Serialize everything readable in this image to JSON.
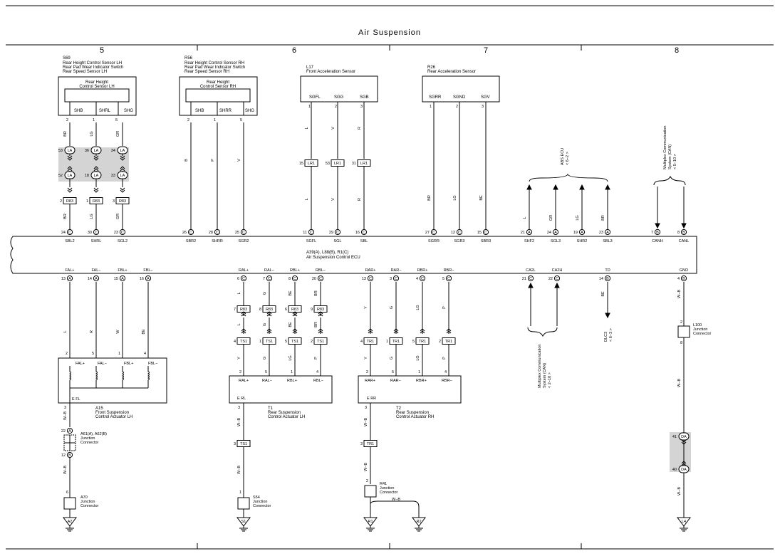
{
  "title": "Air Suspension",
  "columns": [
    "5",
    "6",
    "7",
    "8"
  ],
  "ecu": {
    "label": "A39(A), L88(B), R1(C)",
    "name": "Air Suspension Control ECU"
  },
  "sensors": {
    "s69": {
      "code": "S69",
      "lines": [
        "Rear Height Control Sensor LH",
        "Rear Pad Wear Indicator Switch",
        "Rear Speed Sensor LH"
      ],
      "inner": [
        "Rear Height",
        "Control Sensor LH"
      ],
      "pins": [
        "SHB",
        "SHRL",
        "SHG"
      ],
      "pinnums": [
        "2",
        "1",
        "5"
      ]
    },
    "r56": {
      "code": "R56",
      "lines": [
        "Rear Height Control Sensor RH",
        "Rear Pad Wear Indicator Switch",
        "Rear Speed Sensor RH"
      ],
      "inner": [
        "Rear Height",
        "Control Sensor RH"
      ],
      "pins": [
        "SHB",
        "SHRR",
        "SHG"
      ],
      "pinnums": [
        "2",
        "1",
        "5"
      ]
    },
    "l17": {
      "code": "L17",
      "name": "Front Acceleration Sensor",
      "pins": [
        "SGFL",
        "SGG",
        "SGB"
      ],
      "pinnums": [
        "1",
        "2",
        "3"
      ]
    },
    "r26": {
      "code": "R26",
      "name": "Rear Acceleration Sensor",
      "pins": [
        "SGRR",
        "SGND",
        "SGV"
      ],
      "pinnums": [
        "1",
        "2",
        "3"
      ]
    }
  },
  "top_pins": [
    {
      "num": "24",
      "conn": "C",
      "name": "SBL2"
    },
    {
      "num": "30",
      "conn": "C",
      "name": "SHRL"
    },
    {
      "num": "23",
      "conn": "C",
      "name": "SGL2"
    },
    {
      "num": "26",
      "conn": "C",
      "name": "SBR2"
    },
    {
      "num": "28",
      "conn": "C",
      "name": "SHRR"
    },
    {
      "num": "25",
      "conn": "C",
      "name": "SGR2"
    },
    {
      "num": "11",
      "conn": "C",
      "name": "SGFL"
    },
    {
      "num": "29",
      "conn": "C",
      "name": "SGL"
    },
    {
      "num": "16",
      "conn": "C",
      "name": "SBL"
    },
    {
      "num": "27",
      "conn": "C",
      "name": "SGRR"
    },
    {
      "num": "12",
      "conn": "C",
      "name": "SGR3"
    },
    {
      "num": "15",
      "conn": "C",
      "name": "SBR3"
    },
    {
      "num": "21",
      "conn": "A",
      "name": "SHF2"
    },
    {
      "num": "24",
      "conn": "A",
      "name": "SGL3"
    },
    {
      "num": "19",
      "conn": "A",
      "name": "SHR2"
    },
    {
      "num": "23",
      "conn": "A",
      "name": "SBL3"
    },
    {
      "num": "7",
      "conn": "B",
      "name": "CANH"
    },
    {
      "num": "8",
      "conn": "B",
      "name": "CANL"
    }
  ],
  "bottom_pins": [
    {
      "num": "13",
      "conn": "A",
      "name": "FAL+"
    },
    {
      "num": "14",
      "conn": "A",
      "name": "FAL−"
    },
    {
      "num": "15",
      "conn": "A",
      "name": "FBL+"
    },
    {
      "num": "16",
      "conn": "A",
      "name": "FBL−"
    },
    {
      "num": "6",
      "conn": "C",
      "name": "RAL+"
    },
    {
      "num": "7",
      "conn": "C",
      "name": "RAL−"
    },
    {
      "num": "8",
      "conn": "C",
      "name": "RBL+"
    },
    {
      "num": "20",
      "conn": "C",
      "name": "RBL−"
    },
    {
      "num": "13",
      "conn": "C",
      "name": "RAR+"
    },
    {
      "num": "3",
      "conn": "C",
      "name": "RAR−"
    },
    {
      "num": "4",
      "conn": "C",
      "name": "RBR+"
    },
    {
      "num": "5",
      "conn": "C",
      "name": "RBR−"
    },
    {
      "num": "21",
      "conn": "C",
      "name": "CA2L"
    },
    {
      "num": "22",
      "conn": "C",
      "name": "CA2H"
    },
    {
      "num": "14",
      "conn": "B",
      "name": "TD"
    },
    {
      "num": "4",
      "conn": "B",
      "name": "GND"
    }
  ],
  "top_wires": {
    "s69_upper": [
      "BR",
      "LG",
      "GR"
    ],
    "s69_lower": [
      "BR",
      "LG",
      "GR"
    ],
    "r56": [
      "B",
      "P",
      "V"
    ],
    "l17_upper": [
      "L",
      "V",
      "R"
    ],
    "l17_lower": [
      "L",
      "V",
      "R"
    ],
    "r26": [
      "BR",
      "LG",
      "BE"
    ],
    "abs": [
      "L",
      "GR",
      "LG",
      "BR"
    ]
  },
  "la_connectors": [
    {
      "top": "53",
      "bottom": "52",
      "label": "LA"
    },
    {
      "top": "36",
      "bottom": "18",
      "label": "LA"
    },
    {
      "top": "34",
      "bottom": "33",
      "label": "LA"
    }
  ],
  "r83_joints": [
    {
      "pin": "2",
      "label": "R83"
    },
    {
      "pin": "1",
      "label": "R83"
    },
    {
      "pin": "3",
      "label": "R83"
    }
  ],
  "lr1_joints": [
    {
      "pin": "15",
      "label": "LR1"
    },
    {
      "pin": "53",
      "label": "LR1"
    },
    {
      "pin": "31",
      "label": "LR1"
    }
  ],
  "abs_ecu": [
    "ABS ECU",
    "< 6−2 >"
  ],
  "can_top": [
    "Multiplex Communication",
    "System (CAN)",
    "< 5−10 >"
  ],
  "can_bottom": [
    "Multiplex Communication",
    "System (CAN)",
    "< 2−10 >"
  ],
  "dlc3": [
    "DLC3",
    "< 6−3 >"
  ],
  "front_actuator": {
    "code": "A15",
    "lines": [
      "Front Suspension",
      "Control Actuator LH"
    ],
    "pins": [
      "FAL+",
      "FAL−",
      "FBL+",
      "FBL−"
    ],
    "pinnums": [
      "2",
      "5",
      "1",
      "4"
    ],
    "wires": [
      "L",
      "R",
      "W",
      "BE"
    ],
    "efl": "E FL",
    "ground_pin": "3"
  },
  "rear_lh_actuator": {
    "code": "T1",
    "lines": [
      "Rear Suspension",
      "Control Actuator LH"
    ],
    "pins": [
      "RAL+",
      "RAL−",
      "RBL+",
      "RBL−"
    ],
    "pinnums": [
      "2",
      "5",
      "1",
      "4"
    ],
    "wires_upper": [
      "L",
      "G",
      "BE",
      "BR"
    ],
    "wires_mid": [
      "L",
      "G",
      "BE",
      "BR"
    ],
    "wires_lower": [
      "Y",
      "G",
      "LG",
      "P"
    ],
    "r83": [
      {
        "pin": "7",
        "label": "R83"
      },
      {
        "pin": "8",
        "label": "R83"
      },
      {
        "pin": "6",
        "label": "R83"
      },
      {
        "pin": "9",
        "label": "R83"
      }
    ],
    "ts1": [
      {
        "pin": "4",
        "label": "TS1"
      },
      {
        "pin": "1",
        "label": "TS1"
      },
      {
        "pin": "5",
        "label": "TS1"
      },
      {
        "pin": "2",
        "label": "TS1"
      }
    ],
    "erl": "E RL",
    "ground_pin": "3"
  },
  "rear_rh_actuator": {
    "code": "T2",
    "lines": [
      "Rear Suspension",
      "Control Actuator RH"
    ],
    "pins": [
      "RAR+",
      "RAR−",
      "RBR+",
      "RBR−"
    ],
    "pinnums": [
      "2",
      "5",
      "1",
      "4"
    ],
    "wires_upper": [
      "Y",
      "G",
      "LG",
      "P"
    ],
    "tr1": [
      {
        "pin": "4",
        "label": "TR1"
      },
      {
        "pin": "1",
        "label": "TR1"
      },
      {
        "pin": "5",
        "label": "TR1"
      },
      {
        "pin": "2",
        "label": "TR1"
      }
    ],
    "wires_lower": [
      "Y",
      "G",
      "LG",
      "P"
    ],
    "err": "E RR",
    "ground_pin": "3"
  },
  "junctions": {
    "a61": {
      "code": "A61(A), A62(B)",
      "lines": [
        "Junction",
        "Connector"
      ],
      "pin_top": "22",
      "conn_top": "A",
      "pin_bottom": "12",
      "conn_bottom": "B"
    },
    "a70": {
      "code": "A70",
      "lines": [
        "Junction",
        "Connector"
      ],
      "pin": "6"
    },
    "s54": {
      "code": "S54",
      "lines": [
        "Junction",
        "Connector"
      ],
      "pin": "1"
    },
    "r41": {
      "code": "R41",
      "lines": [
        "Junction",
        "Connector"
      ],
      "pin": "2"
    },
    "l100": {
      "code": "L100",
      "lines": [
        "Junction",
        "Connector"
      ],
      "pin_top": "2",
      "pin_bottom": "8"
    }
  },
  "ground_wire": "W−B",
  "ts1_ground": {
    "pin": "3",
    "label": "TS1"
  },
  "tr1_ground": {
    "pin": "3",
    "label": "TR1"
  },
  "da_connector": {
    "top": "41",
    "bottom": "40",
    "label": "DA"
  },
  "grounds": [
    "A2",
    "S1",
    "R1",
    "R2",
    "L4"
  ]
}
